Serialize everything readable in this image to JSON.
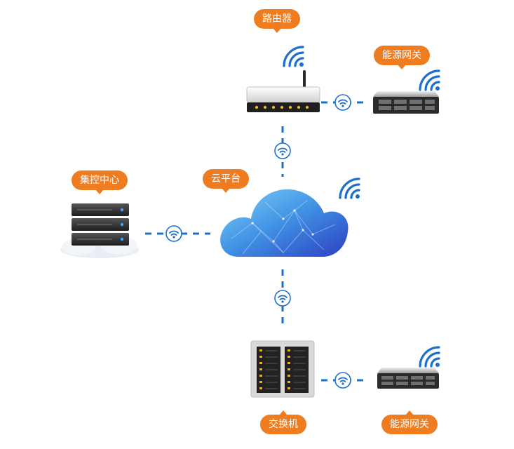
{
  "nodes": {
    "router": {
      "label": "路由器"
    },
    "gateway_top": {
      "label": "能源网关"
    },
    "control_center": {
      "label": "集控中心"
    },
    "cloud": {
      "label": "云平台"
    },
    "switch": {
      "label": "交换机"
    },
    "gateway_bottom": {
      "label": "能源网关"
    }
  },
  "colors": {
    "label_bg": "#ee7d22",
    "link_blue": "#1e6fc8",
    "wifi_blue": "#1e6fc8",
    "cloud_light": "#6ec4f5",
    "cloud_dark": "#2a4fc9"
  }
}
